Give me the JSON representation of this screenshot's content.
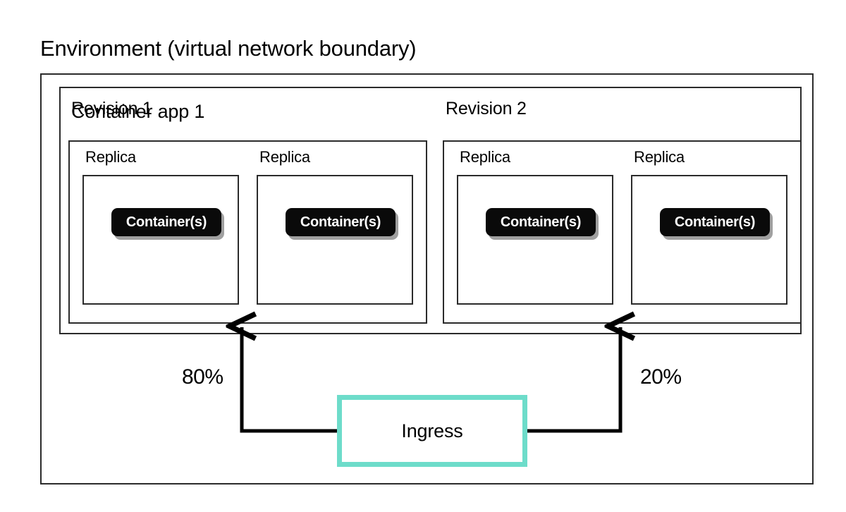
{
  "diagram": {
    "title": "Environment (virtual network boundary)",
    "app": {
      "title": "Container app 1",
      "revisions": [
        {
          "title": "Revision 1",
          "traffic_label": "80%",
          "replicas": [
            {
              "title": "Replica",
              "container_label": "Container(s)"
            },
            {
              "title": "Replica",
              "container_label": "Container(s)"
            }
          ]
        },
        {
          "title": "Revision 2",
          "traffic_label": "20%",
          "replicas": [
            {
              "title": "Replica",
              "container_label": "Container(s)"
            },
            {
              "title": "Replica",
              "container_label": "Container(s)"
            }
          ]
        }
      ]
    },
    "ingress": {
      "label": "Ingress"
    },
    "colors": {
      "ingress_border": "#6ddcca",
      "box_border": "#2b2b2b",
      "container_fill": "#0a0a0a",
      "container_text": "#ffffff",
      "container_shadow": "#808080",
      "background": "#ffffff",
      "connector": "#000000"
    }
  }
}
